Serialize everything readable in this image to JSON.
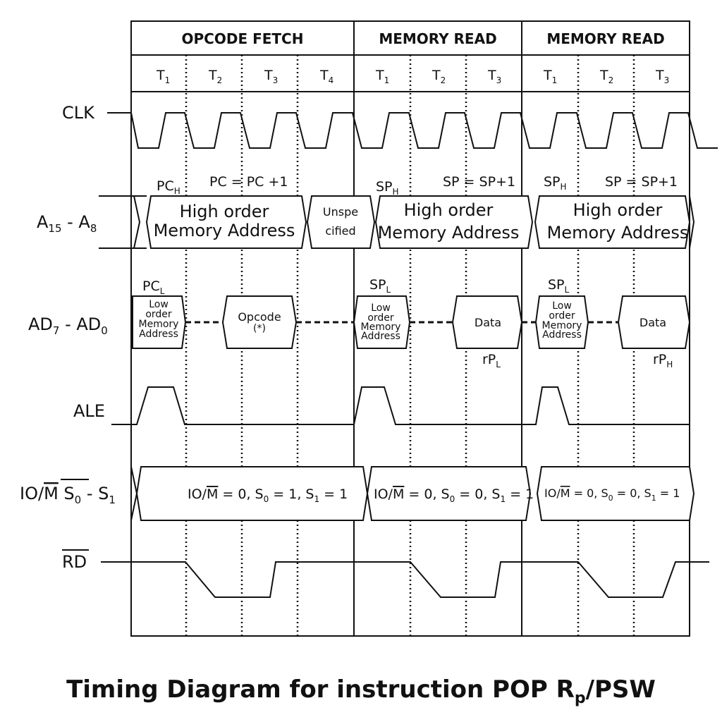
{
  "cycles": [
    "OPCODE FETCH",
    "MEMORY READ",
    "MEMORY READ"
  ],
  "states": [
    {
      "t": "T",
      "sub": "1"
    },
    {
      "t": "T",
      "sub": "2"
    },
    {
      "t": "T",
      "sub": "3"
    },
    {
      "t": "T",
      "sub": "4"
    },
    {
      "t": "T",
      "sub": "1"
    },
    {
      "t": "T",
      "sub": "2"
    },
    {
      "t": "T",
      "sub": "3"
    },
    {
      "t": "T",
      "sub": "1"
    },
    {
      "t": "T",
      "sub": "2"
    },
    {
      "t": "T",
      "sub": "3"
    }
  ],
  "signals": {
    "clk": "CLK",
    "addr_high": {
      "main": "A",
      "sub1": "15",
      "mid": " - A",
      "sub2": "8"
    },
    "addr_low": {
      "main": "AD",
      "sub1": "7",
      "mid": " - AD",
      "sub2": "0"
    },
    "ale": "ALE",
    "status": {
      "a": "IO/",
      "m": "M",
      "b": " S",
      "s0": "0",
      "c": " - S",
      "s1": "1"
    },
    "rd": "RD"
  },
  "high_address": {
    "annotations": [
      {
        "main": "PC",
        "sub": "H"
      },
      {
        "main": "PC = PC +1",
        "sub": ""
      },
      {
        "main": "SP",
        "sub": "H"
      },
      {
        "main": "SP = SP+1",
        "sub": ""
      },
      {
        "main": "SP",
        "sub": "H"
      },
      {
        "main": "SP = SP+1",
        "sub": ""
      }
    ],
    "boxes": [
      {
        "line1": "High order",
        "line2": "Memory Address"
      },
      {
        "line1": "Unspe",
        "line2": "cified"
      },
      {
        "line1": "High order",
        "line2": "Memory Address"
      },
      {
        "line1": "High order",
        "line2": "Memory Address"
      }
    ]
  },
  "low_address": {
    "annotations": [
      {
        "main": "PC",
        "sub": "L"
      },
      {
        "main": "SP",
        "sub": "L"
      },
      {
        "main": "SP",
        "sub": "L"
      },
      {
        "main": "rP",
        "sub": "L"
      },
      {
        "main": "rP",
        "sub": "H"
      }
    ],
    "low_order_box": {
      "l1": "Low",
      "l2": "order",
      "l3": "Memory",
      "l4": "Address"
    },
    "opcode_box": {
      "l1": "Opcode",
      "l2": "(*)"
    },
    "data_label": "Data"
  },
  "status_values": [
    {
      "a": "IO/",
      "m": "M",
      "b": " = 0, S",
      "s0": "0",
      "c": " = 1, S",
      "s1": "1",
      "d": " = 1"
    },
    {
      "a": "IO/",
      "m": "M",
      "b": " = 0, S",
      "s0": "0",
      "c": " = 0, S",
      "s1": "1",
      "d": " = 1"
    },
    {
      "a": "IO/",
      "m": "M",
      "b": " = 0, S",
      "s0": "0",
      "c": " = 0, S",
      "s1": "1",
      "d": " = 1"
    }
  ],
  "title": {
    "main": "Timing Diagram for instruction POP R",
    "sub": "p",
    "tail": "/PSW"
  }
}
